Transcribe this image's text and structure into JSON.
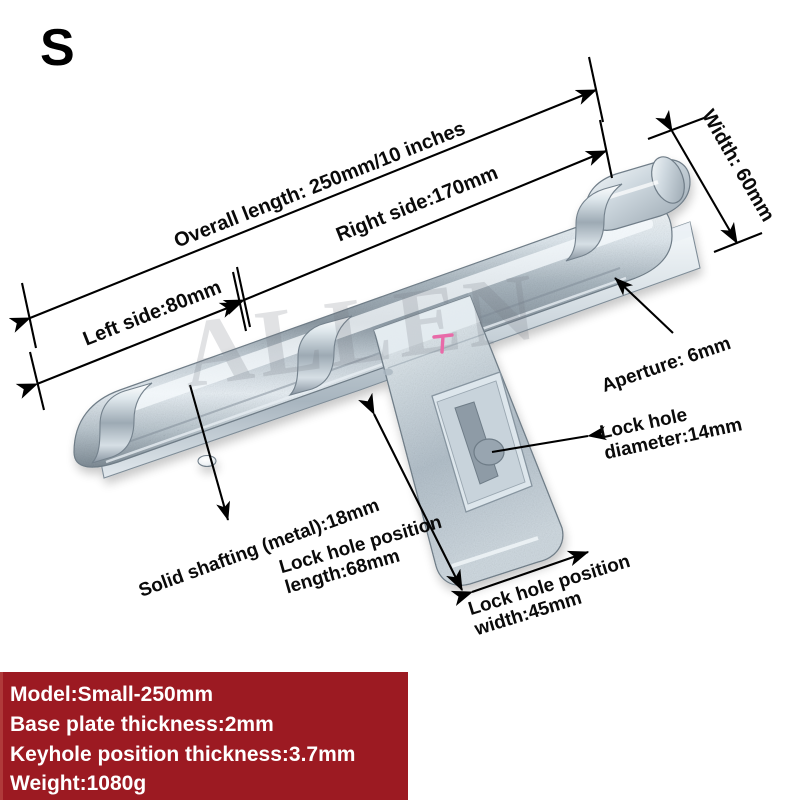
{
  "size_badge": "S",
  "watermark": {
    "text": "ALLEN",
    "accent_color": "#e86aa8"
  },
  "product": {
    "name": "barrel-bolt-door-latch",
    "finish_color": "#c9d3da",
    "description": "Galvanized steel barrel bolt / sliding door latch shown at a slight upward tilt"
  },
  "annotations": [
    {
      "id": "overall-length",
      "text": "Overall length: 250mm/10 inches"
    },
    {
      "id": "right-side",
      "text": "Right side:170mm"
    },
    {
      "id": "left-side",
      "text": "Left side:80mm"
    },
    {
      "id": "width",
      "text": "Width: 60mm"
    },
    {
      "id": "aperture",
      "text": "Aperture: 6mm"
    },
    {
      "id": "lock-hole-diameter",
      "text": "Lock hole\ndiameter:14mm"
    },
    {
      "id": "solid-shafting",
      "text": "Solid shafting (metal):18mm"
    },
    {
      "id": "lock-hole-length",
      "text": "Lock hole position\nlength:68mm"
    },
    {
      "id": "lock-hole-width",
      "text": "Lock hole position\nwidth:45mm"
    }
  ],
  "spec_box": {
    "background_color": "#9c1a22",
    "text_color": "#ffffff",
    "lines": [
      "Model:Small-250mm",
      "Base plate thickness:2mm",
      "Keyhole position thickness:3.7mm",
      "Weight:1080g"
    ]
  }
}
